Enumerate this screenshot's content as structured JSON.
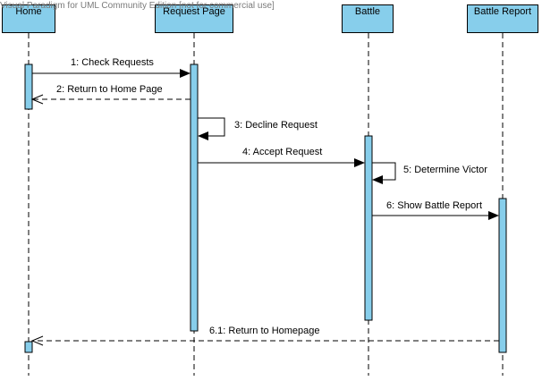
{
  "watermark": "Visual Paradigm for UML Community Edition [not for commercial use]",
  "lifelines": [
    {
      "name": "Home"
    },
    {
      "name": "Request Page"
    },
    {
      "name": "Battle"
    },
    {
      "name": "Battle Report"
    }
  ],
  "messages": [
    {
      "label": "1: Check Requests",
      "type": "sync"
    },
    {
      "label": "2: Return to Home Page",
      "type": "return"
    },
    {
      "label": "3: Decline Request",
      "type": "self"
    },
    {
      "label": "4: Accept Request",
      "type": "sync"
    },
    {
      "label": "5: Determine Victor",
      "type": "self"
    },
    {
      "label": "6: Show Battle Report",
      "type": "sync"
    },
    {
      "label": "6.1: Return to Homepage",
      "type": "return"
    }
  ],
  "colors": {
    "lifeline_fill": "#87CEEB",
    "stroke": "#000000",
    "watermark": "#7a7a7a"
  }
}
